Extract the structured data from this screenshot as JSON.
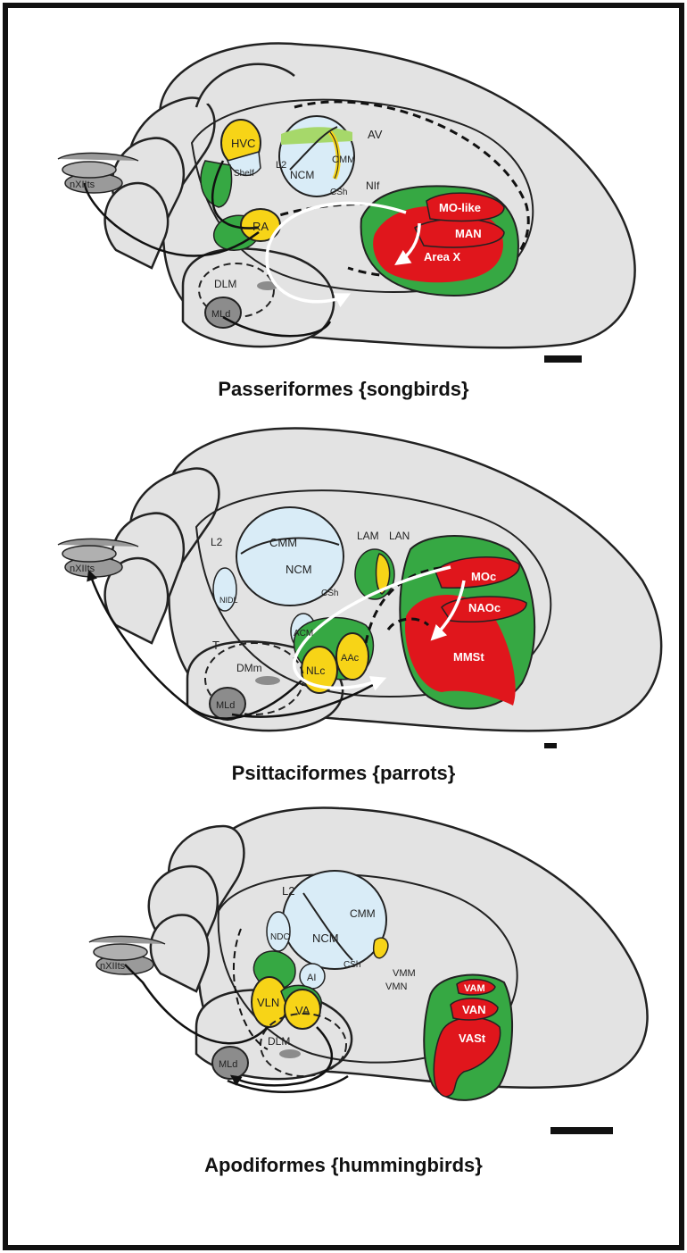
{
  "colors": {
    "frame": "#111111",
    "brain": "#e3e3e3",
    "outline": "#222222",
    "light_blue": "#d9ecf7",
    "yellow": "#f7d417",
    "green": "#36a843",
    "red": "#e0161c",
    "dark_gray": "#8c8c8c",
    "light_green": "#a6d86a"
  },
  "icons": [
    "arrow-icon",
    "scale-bar"
  ],
  "panels": {
    "songbird": {
      "title": "Passeriformes {songbirds}",
      "labels": {
        "hvc": "HVC",
        "shelf": "Shelf",
        "l2": "L2",
        "ncm": "NCM",
        "cmm": "CMM",
        "csh": "CSh",
        "av": "AV",
        "nif": "NIf",
        "ra": "RA",
        "dlm": "DLM",
        "mld": "MLd",
        "nxiits": "nXIIts",
        "mo_like": "MO-like",
        "man": "MAN",
        "area_x": "Area X"
      }
    },
    "parrot": {
      "title": "Psittaciformes {parrots}",
      "labels": {
        "cmm": "CMM",
        "ncm": "NCM",
        "l2": "L2",
        "ndl": "NIDL",
        "csh": "CSh",
        "acm": "ACM",
        "lam": "LAM",
        "lan": "LAN",
        "moc": "MOc",
        "naoc": "NAOc",
        "mmst": "MMSt",
        "nlc": "NLc",
        "aac": "AAc",
        "dmm": "DMm",
        "t": "T",
        "mld": "MLd",
        "nxiits": "nXIIts"
      }
    },
    "hummingbird": {
      "title": "Apodiformes {hummingbirds}",
      "labels": {
        "l2": "L2",
        "cmm": "CMM",
        "ncm": "NCM",
        "ndc": "NDC",
        "ai": "AI",
        "csh": "CSh",
        "vmm": "VMM",
        "vmn": "VMN",
        "vln": "VLN",
        "va": "VA",
        "dlm": "DLM",
        "mld": "MLd",
        "nxiits": "nXIIts",
        "vam": "VAM",
        "van": "VAN",
        "vast": "VASt"
      }
    }
  }
}
